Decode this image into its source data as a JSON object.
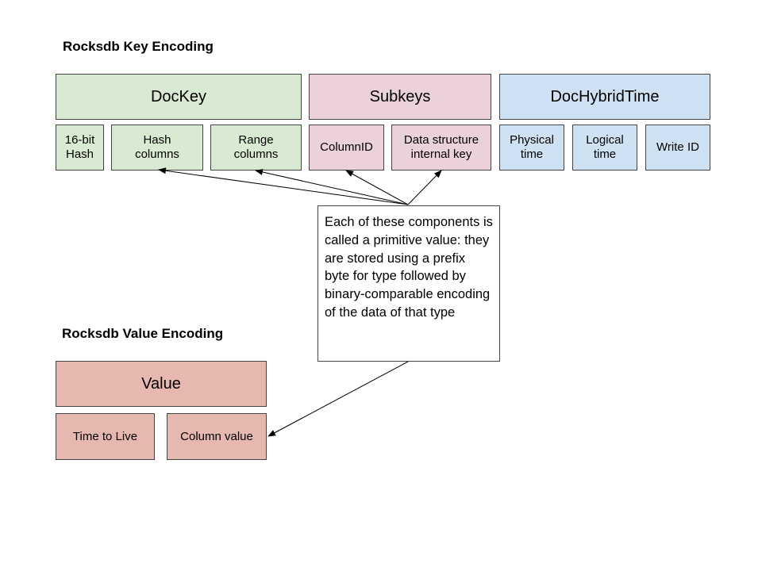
{
  "key_section": {
    "title": "Rocksdb Key Encoding",
    "groups": [
      {
        "label": "DocKey",
        "color": "#d9ead3",
        "parts": [
          "16-bit\nHash",
          "Hash\ncolumns",
          "Range\ncolumns"
        ]
      },
      {
        "label": "Subkeys",
        "color": "#ead1dc",
        "parts": [
          "ColumnID",
          "Data structure\ninternal key"
        ]
      },
      {
        "label": "DocHybridTime",
        "color": "#cfe2f3",
        "parts": [
          "Physical\ntime",
          "Logical\ntime",
          "Write ID"
        ]
      }
    ]
  },
  "value_section": {
    "title": "Rocksdb Value Encoding",
    "label": "Value",
    "color": "#e6b8af",
    "parts": [
      "Time to Live",
      "Column value"
    ]
  },
  "note": {
    "text": "Each of these components is called a primitive value: they are stored using a prefix byte for type followed by binary-comparable encoding of the data of that type"
  }
}
